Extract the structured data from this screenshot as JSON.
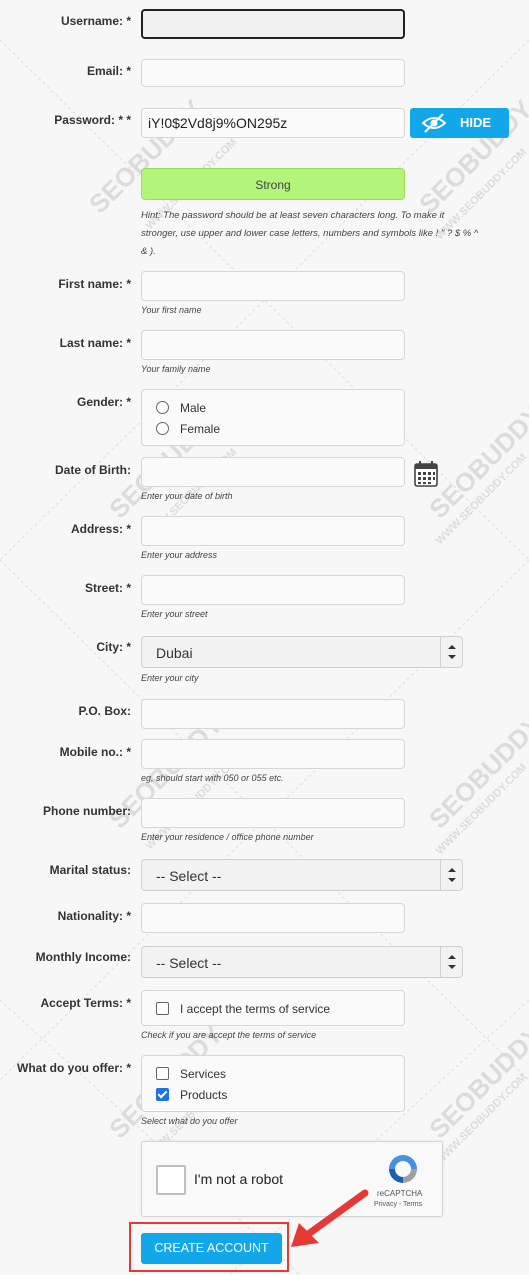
{
  "form": {
    "username": {
      "label": "Username: *",
      "value": ""
    },
    "email": {
      "label": "Email: *",
      "value": ""
    },
    "password": {
      "label": "Password: * *",
      "value": "iY!0$2Vd8j9%ON295z",
      "toggle_label": "HIDE"
    },
    "strength": {
      "label": "Strong",
      "color": "#b2f57a"
    },
    "hint": "Hint: The password should be at least seven characters long. To make it stronger, use upper and lower case letters, numbers and symbols like ! \" ? $ % ^ & ).",
    "first_name": {
      "label": "First name: *",
      "help": "Your first name"
    },
    "last_name": {
      "label": "Last name: *",
      "help": "Your family name"
    },
    "gender": {
      "label": "Gender: *",
      "options": [
        "Male",
        "Female"
      ]
    },
    "dob": {
      "label": "Date of Birth:",
      "help": "Enter your date of birth"
    },
    "address": {
      "label": "Address: *",
      "help": "Enter your address"
    },
    "street": {
      "label": "Street: *",
      "help": "Enter your street"
    },
    "city": {
      "label": "City: *",
      "value": "Dubai",
      "help": "Enter your city"
    },
    "po_box": {
      "label": "P.O. Box:"
    },
    "mobile": {
      "label": "Mobile no.: *",
      "help": "eg, should start with 050 or 055 etc."
    },
    "phone": {
      "label": "Phone number:",
      "help": "Enter your residence / office phone number"
    },
    "marital": {
      "label": "Marital status:",
      "value": "-- Select --"
    },
    "nationality": {
      "label": "Nationality: *"
    },
    "income": {
      "label": "Monthly Income:",
      "value": "-- Select --"
    },
    "terms": {
      "label": "Accept Terms: *",
      "option": "I accept the terms of service",
      "help": "Check if you are accept the terms of service"
    },
    "offer": {
      "label": "What do you offer: *",
      "options": [
        "Services",
        "Products"
      ],
      "help": "Select what do you offer"
    },
    "captcha": {
      "label": "I'm not a robot",
      "brand": "reCAPTCHA",
      "links": "Privacy - Terms"
    },
    "submit": {
      "label": "CREATE ACCOUNT",
      "color": "#12a7e8"
    }
  },
  "watermark_text": "SEOBUDDY",
  "watermark_url": "WWW.SEOBUDDY.COM",
  "colors": {
    "accent": "#12a7e8",
    "highlight": "#e53935"
  }
}
